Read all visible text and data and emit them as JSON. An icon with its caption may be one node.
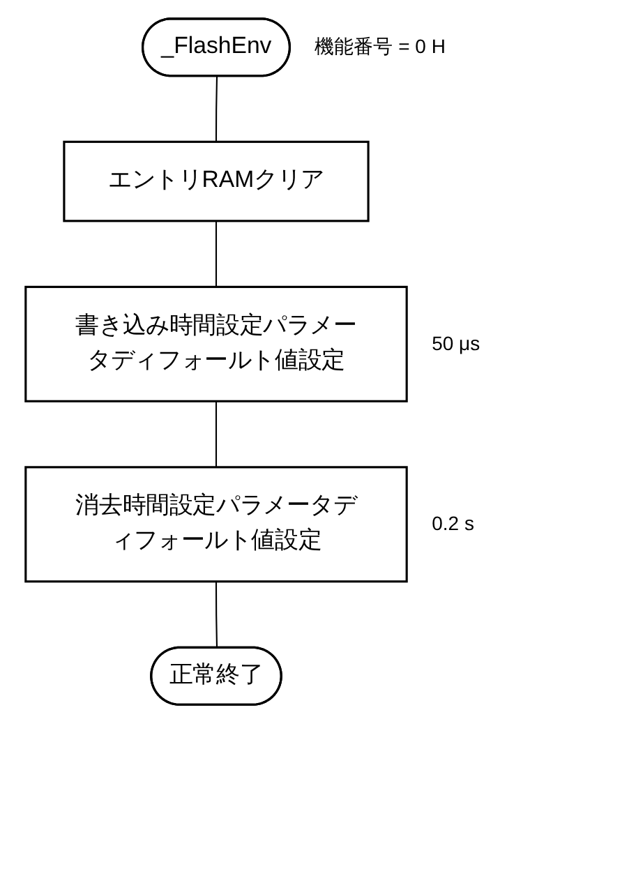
{
  "diagram": {
    "nodes": [
      {
        "text": [
          "_FlashEnv"
        ],
        "beside": [
          "機能番号 = 0 H"
        ]
      },
      {
        "text": [
          "エントリRAMクリア"
        ]
      },
      {
        "text": [
          "書き込み時間設定パラメータディフォールト値設定"
        ],
        "beside": [
          "50 μs"
        ]
      },
      {
        "text": [
          "消去時間設定パラメータディフォールト値設定"
        ],
        "beside": [
          "0.2 s"
        ]
      },
      {
        "text": [
          "正常終了"
        ]
      }
    ],
    "edges": [
      {
        "from": 0,
        "to": 1,
        "arrow": "none"
      },
      {
        "from": 1,
        "to": 2,
        "arrow": "none"
      },
      {
        "from": 2,
        "to": 3,
        "arrow": "none"
      },
      {
        "from": 3,
        "to": 4,
        "arrow": "none"
      }
    ]
  }
}
